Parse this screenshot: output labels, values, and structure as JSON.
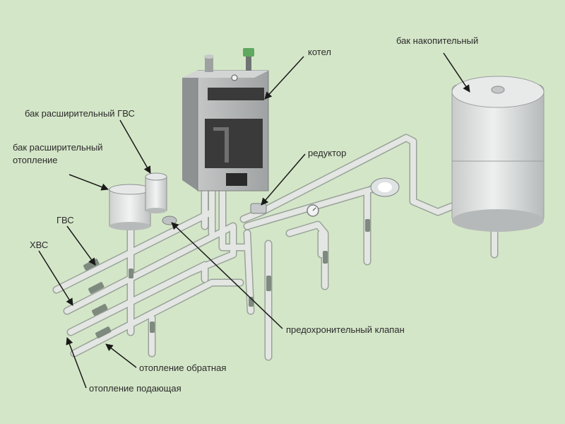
{
  "labels": {
    "kotel": "котел",
    "bak_nakopitelny": "бак накопительный",
    "bak_gvs_line1": "бак расширительный ГВС",
    "bak_otop_line1": "бак расширительный",
    "bak_otop_line2": "отопление",
    "reduktor": "редуктор",
    "gvs": "ГВС",
    "hvs": "ХВС",
    "klapan": "предохронительный клапан",
    "otop_obratnaya": "отопление обратная",
    "otop_podayushaya": "отопление подающая"
  },
  "colors": {
    "background": "#d4e6c8",
    "pipe": "#e3e6e3",
    "pipe_edge": "#9aa39a",
    "boiler_body": "#b0b2b2",
    "boiler_dark": "#3a3a3a",
    "chimney_cap": "#5fa85f",
    "leader": "#1a1a1a"
  }
}
